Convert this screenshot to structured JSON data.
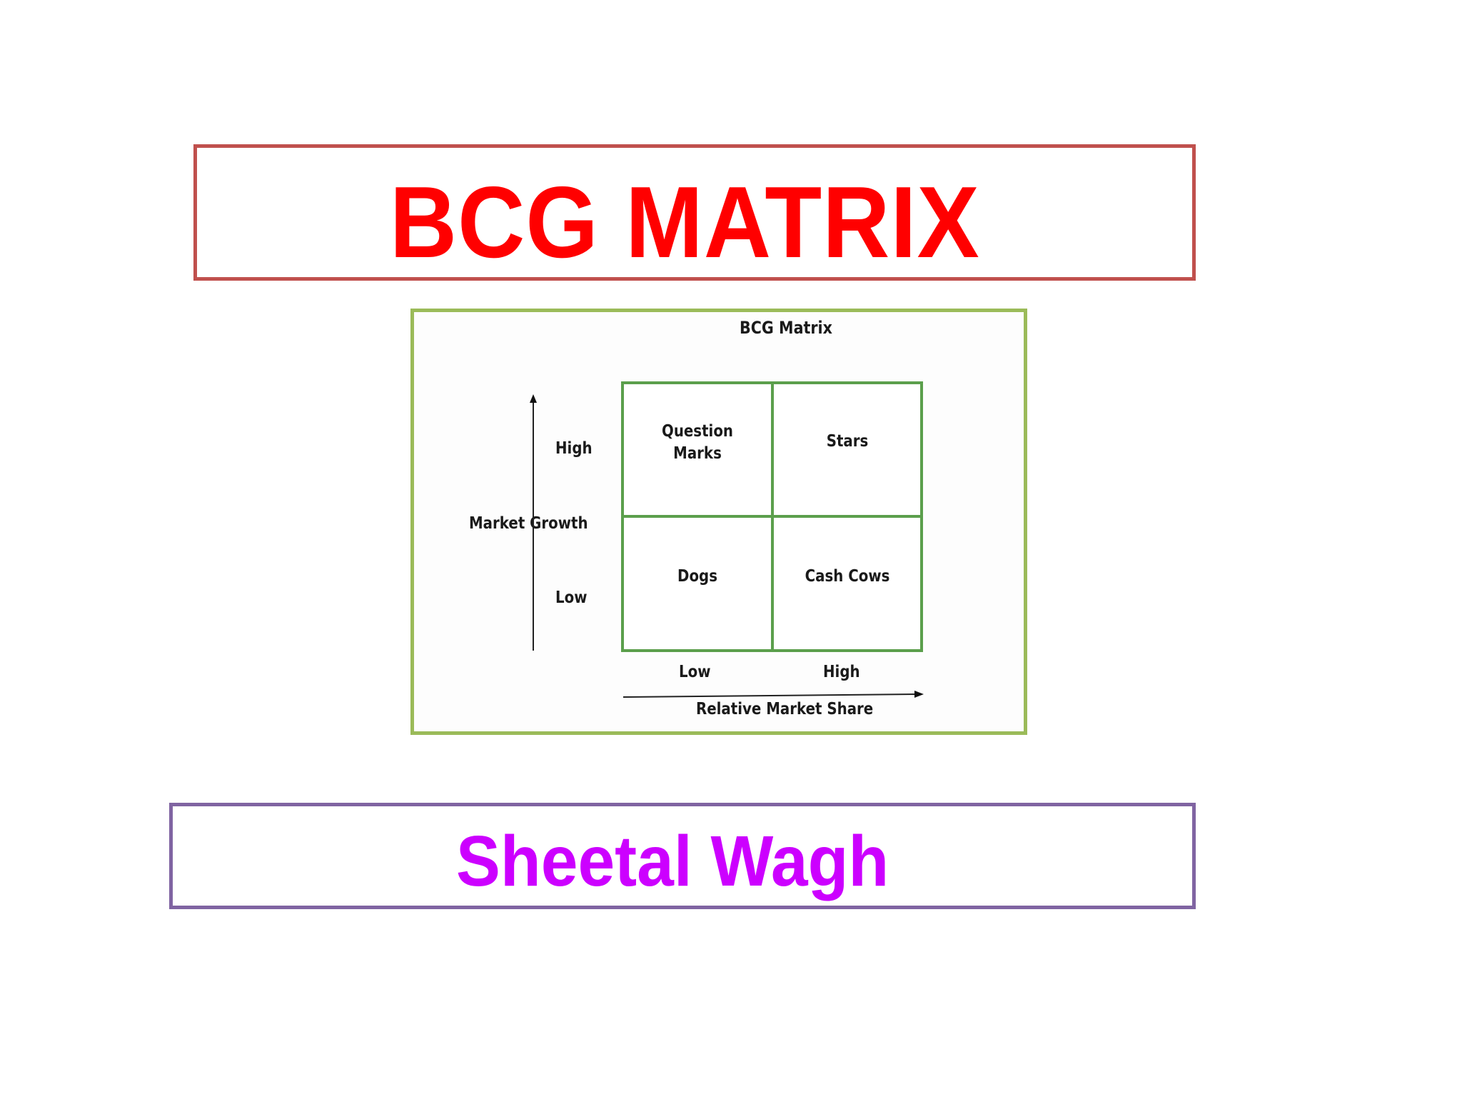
{
  "title": {
    "text": "BCG MATRIX",
    "color": "#ff0000",
    "border_color": "#c0504d"
  },
  "diagram": {
    "heading": "BCG Matrix",
    "frame_border_color": "#9bbb59",
    "grid_color": "#5b9f4c",
    "quadrants": {
      "top_left": [
        "Question",
        "Marks"
      ],
      "top_right": "Stars",
      "bottom_left": "Dogs",
      "bottom_right": "Cash Cows"
    },
    "y_axis": {
      "label": "Market Growth",
      "high": "High",
      "low": "Low"
    },
    "x_axis": {
      "label": "Relative Market Share",
      "low": "Low",
      "high": "High"
    }
  },
  "author": {
    "text": "Sheetal Wagh",
    "color": "#cc00ff",
    "border_color": "#8064a2"
  }
}
